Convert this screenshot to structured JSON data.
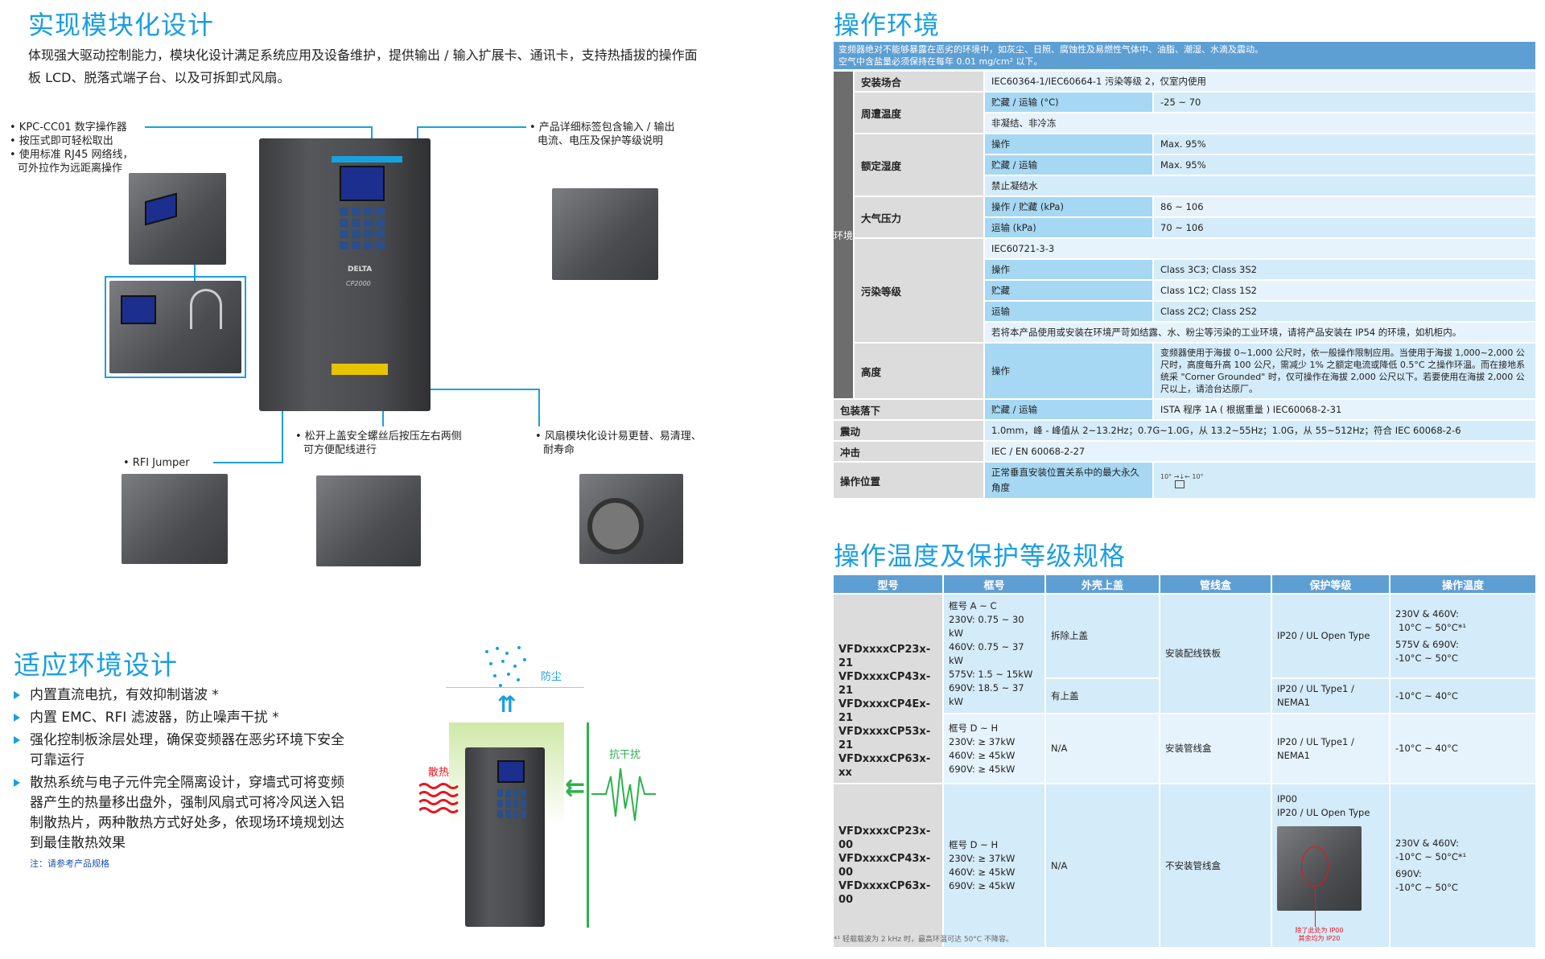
{
  "modular": {
    "title": "实现模块化设计",
    "intro": "体现强大驱动控制能力，模块化设计满足系统应用及设备维护，提供输出 / 输入扩展卡、通讯卡，支持热插拔的操作面板 LCD、脱落式端子台、以及可拆卸式风扇。",
    "callout_keypad": [
      "• KPC-CC01 数字操作器",
      "• 按压式即可轻松取出",
      "• 使用标准 RJ45 网络线，",
      "  可外拉作为远距离操作"
    ],
    "callout_label": [
      "• 产品详细标签包含输入 / 输出",
      "电流、电压及保护等级说明"
    ],
    "callout_cover": [
      "• 松开上盖安全螺丝后按压左右两侧",
      "可方便配线进行"
    ],
    "callout_fan": [
      "• 风扇模块化设计易更替、易清理、",
      "耐寿命"
    ],
    "callout_rfi": "• RFI Jumper",
    "drive_brand": "DELTA",
    "drive_model": "CP2000"
  },
  "environment_design": {
    "title": "适应环境设计",
    "bullets": [
      "内置直流电抗，有效抑制谐波 *",
      "内置 EMC、RFI 滤波器，防止噪声干扰 *",
      "强化控制板涂层处理，确保变频器在恶劣环境下安全可靠运行",
      "散热系统与电子元件完全隔离设计，穿墙式可将变频器产生的热量移出盘外，强制风扇式可将冷风送入铝制散热片，两种散热方式好处多，依现场环境规划达到最佳散热效果"
    ],
    "note": "注：请参考产品规格",
    "label_dust": "防尘",
    "label_heat": "散热",
    "label_interference": "抗干扰",
    "colors": {
      "dust": "#1aa0dc",
      "heat": "#e8141c",
      "interference": "#2bb24c"
    }
  },
  "operating_env": {
    "title": "操作环境",
    "banner": [
      "变频器绝对不能够暴露在恶劣的环境中，如灰尘、日照、腐蚀性及易燃性气体中、油脂、潮湿、水滴及震动。",
      "空气中含盐量必须保持在每年 0.01 mg/cm² 以下。"
    ],
    "group_label": "环境",
    "rows": {
      "install": {
        "cat": "安装场合",
        "val": "IEC60364-1/IEC60664-1 污染等级 2，仅室内使用"
      },
      "ambient": {
        "cat": "周遭温度",
        "sub1": "贮藏 / 运输 (°C)",
        "val1": "-25 ~ 70",
        "note": "非凝结、非冷冻"
      },
      "humidity": {
        "cat": "额定湿度",
        "sub1": "操作",
        "val1": "Max. 95%",
        "sub2": "贮藏 / 运输",
        "val2": "Max. 95%",
        "note": "禁止凝结水"
      },
      "pressure": {
        "cat": "大气压力",
        "sub1": "操作 / 贮藏 (kPa)",
        "val1": "86 ~ 106",
        "sub2": "运输 (kPa)",
        "val2": "70 ~ 106"
      },
      "pollution": {
        "cat": "污染等级",
        "std": "IEC60721-3-3",
        "sub1": "操作",
        "val1": "Class 3C3; Class 3S2",
        "sub2": "贮藏",
        "val2": "Class 1C2; Class 1S2",
        "sub3": "运输",
        "val3": "Class 2C2; Class 2S2",
        "note": "若将本产品使用或安装在环境严苛如结露、水、粉尘等污染的工业环境，请将产品安装在 IP54 的环境，如机柜内。"
      },
      "altitude": {
        "cat": "高度",
        "sub": "操作",
        "val": "变频器使用于海拔 0~1,000 公尺时，依一般操作限制应用。当使用于海拔 1,000~2,000 公尺时，高度每升高 100 公尺，需减少 1% 之额定电流或降低 0.5°C 之操作环温。而在接地系统采 \"Corner Grounded\" 时，仅可操作在海拔 2,000 公尺以下。若要使用在海拔 2,000 公尺以上，请洽台达原厂。"
      },
      "drop": {
        "cat": "包装落下",
        "sub": "贮藏 / 运输",
        "val": "ISTA 程序 1A ( 根据重量 ) IEC60068-2-31"
      },
      "vibration": {
        "cat": "震动",
        "val": "1.0mm，峰 - 峰值从 2~13.2Hz；0.7G~1.0G，从 13.2~55Hz；1.0G，从 55~512Hz；符合 IEC 60068-2-6"
      },
      "shock": {
        "cat": "冲击",
        "val": "IEC / EN 60068-2-27"
      },
      "position": {
        "cat": "操作位置",
        "sub": "正常垂直安装位置关系中的最大永久角度",
        "angle_left": "10°",
        "angle_right": "10°"
      }
    }
  },
  "spec": {
    "title": "操作温度及保护等级规格",
    "headers": [
      "型号",
      "框号",
      "外壳上盖",
      "管线盒",
      "保护等级",
      "操作温度"
    ],
    "group1": {
      "models": [
        "VFDxxxxCP23x-21",
        "VFDxxxxCP43x-21",
        "VFDxxxxCP4Ex-21",
        "VFDxxxxCP53x-21",
        "VFDxxxxCP63x-xx"
      ],
      "frame_ac": [
        "框号 A ~ C",
        "230V: 0.75 ~ 30 kW",
        "460V: 0.75 ~ 37 kW",
        "575V: 1.5 ~ 15kW",
        "690V: 18.5 ~ 37 kW"
      ],
      "cover_removed": "拆除上盖",
      "cover_on": "有上盖",
      "conduit_ac": "安装配线铁板",
      "prot_open": "IP20 / UL Open Type",
      "prot_type1": "IP20 / UL Type1 / NEMA1",
      "temp_open": [
        "230V & 460V:",
        "10°C ~ 50°C*¹",
        "575V & 690V:",
        "-10°C ~ 50°C"
      ],
      "temp_type1": "-10°C ~ 40°C",
      "frame_dh": [
        "框号 D ~ H",
        "230V: ≥ 37kW",
        "460V: ≥ 45kW",
        "690V: ≥ 45kW"
      ],
      "cover_dh": "N/A",
      "conduit_dh": "安装管线盒",
      "prot_dh": "IP20 / UL Type1 / NEMA1",
      "temp_dh": "-10°C ~ 40°C"
    },
    "group2": {
      "models": [
        "VFDxxxxCP23x-00",
        "VFDxxxxCP43x-00",
        "VFDxxxxCP63x-00"
      ],
      "frame": [
        "框号 D ~ H",
        "230V: ≥ 37kW",
        "460V: ≥ 45kW",
        "690V: ≥ 45kW"
      ],
      "cover": "N/A",
      "conduit": "不安装管线盒",
      "prot": [
        "IP00",
        "IP20 / UL Open Type"
      ],
      "photo_note": [
        "除了此处为 IP00",
        "其余均为 IP20"
      ],
      "temp": [
        "230V & 460V:",
        "-10°C ~ 50°C*¹",
        "690V:",
        "-10°C ~ 50°C"
      ]
    },
    "footnote": "*¹ 轻载载波为 2 kHz 时，最高环温可达 50°C 不降容。"
  }
}
